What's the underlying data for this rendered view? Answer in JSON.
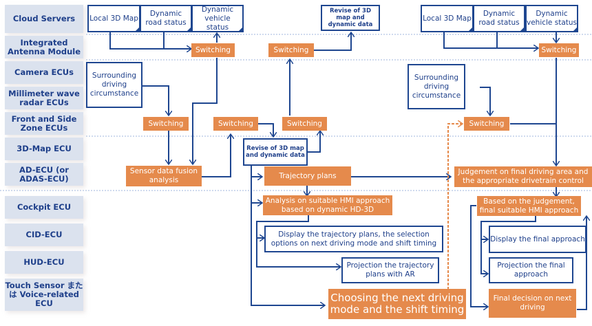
{
  "lanes": [
    "Cloud Servers",
    "Integrated Antenna Module",
    "Camera ECUs",
    "Millimeter wave radar ECUs",
    "Front and Side Zone ECUs",
    "3D-Map ECU",
    "AD-ECU (or ADAS-ECU)",
    "Cockpit ECU",
    "CID-ECU",
    "HUD-ECU",
    "Touch Sensor または Voice-related ECU"
  ],
  "left_flow": {
    "local_3d_map": "Local 3D Map",
    "dynamic_road_status": "Dynamic road status",
    "dynamic_vehicle_status": "Dynamic vehicle status",
    "switching_antenna": "Switching",
    "surrounding": "Surrounding driving circumstance",
    "switching_zone": "Switching",
    "sensor_fusion": "Sensor data fusion analysis"
  },
  "middle_flow": {
    "revise_cloud": "Revise of 3D map and dynamic data",
    "switching_antenna": "Switching",
    "switching_zone_a": "Switching",
    "switching_zone_b": "Switching",
    "revise_map_ecu": "Revise of 3D map and dynamic data",
    "trajectory_plans": "Trajectory plans",
    "analysis_hmi": "Analysis on suitable HMI approach based on dynamic HD-3D",
    "display_trajectory": "Display the trajectory plans, the selection options on next driving mode and shift timing",
    "projection_ar": "Projection the trajectory plans with AR",
    "choosing_mode": "Choosing the next driving mode and the shift timing"
  },
  "right_flow": {
    "local_3d_map": "Local 3D Map",
    "dynamic_road_status": "Dynamic road status",
    "dynamic_vehicle_status": "Dynamic vehicle status",
    "switching_antenna": "Switching",
    "surrounding": "Surrounding driving circumstance",
    "switching_zone": "Switching",
    "judgement": "Judgement on final driving area and the appropriate drivetrain control",
    "final_hmi": "Based on the judgement, final suitable HMI approach",
    "display_final": "Display the final approach",
    "projection_final": "Projection the final approach",
    "final_decision": "Final decision on next driving"
  },
  "colors": {
    "lane_bg": "#dbe2ee",
    "lane_text": "#1e3f8a",
    "line": "#1e4690",
    "orange": "#e58a4c",
    "divider": "#9fb6dc"
  }
}
